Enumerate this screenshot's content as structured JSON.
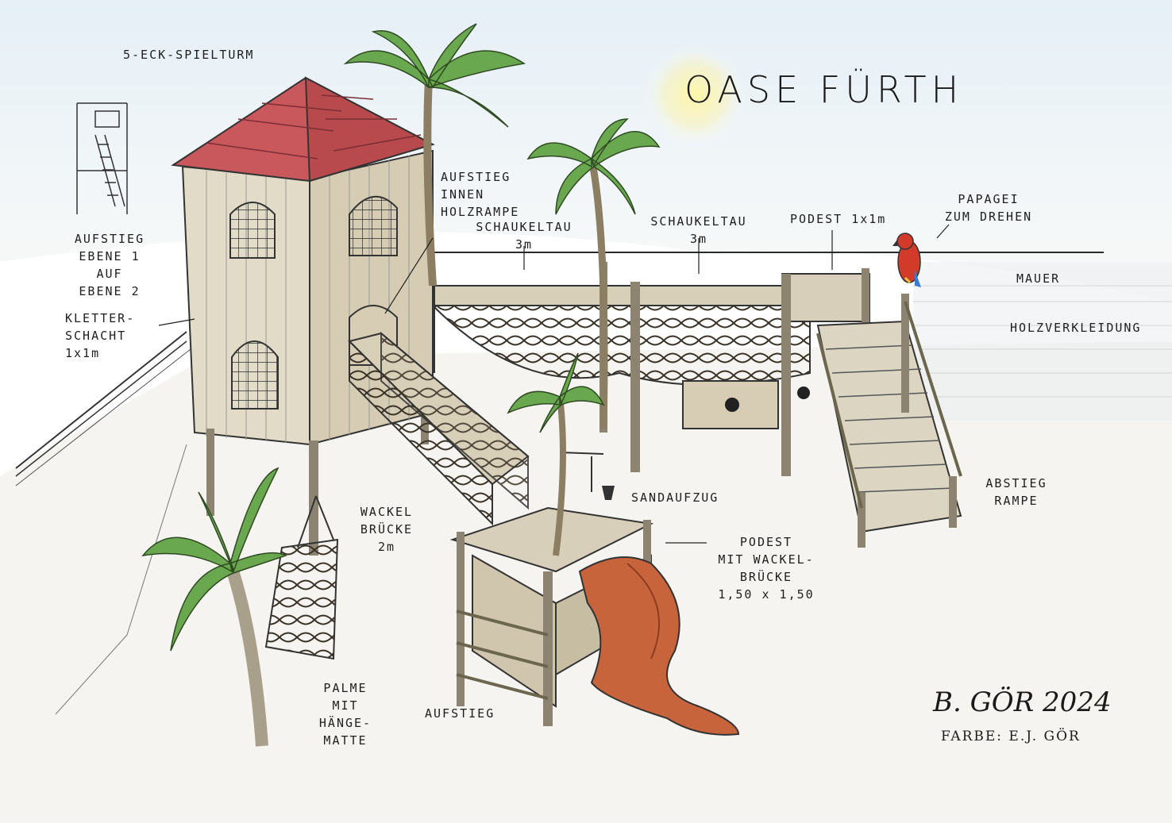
{
  "title": "OASE FÜRTH",
  "labels": {
    "tower": "5-ECK-SPIELTURM",
    "aufstieg_ebene": "AUFSTIEG\nEBENE 1\nAUF\nEBENE 2",
    "kletterschacht": "KLETTER-\nSCHACHT\n1x1m",
    "aufstieg_innen": "AUFSTIEG\nINNEN\nHOLZRAMPE",
    "schaukeltau_1": "SCHAUKELTAU\n3m",
    "schaukeltau_2": "SCHAUKELTAU\n3m",
    "podest_top": "PODEST 1x1m",
    "papagei": "PAPAGEI\nZUM DREHEN",
    "mauer": "MAUER",
    "holzverkleidung": "HOLZVERKLEIDUNG",
    "abstieg": "ABSTIEG\nRAMPE",
    "sandaufzug": "SANDAUFZUG",
    "wackelbruecke": "WACKEL\nBRÜCKE\n2m",
    "podest_wackel": "PODEST\nMIT WACKEL-\nBRÜCKE\n1,50 x 1,50",
    "palme": "PALME\nMIT\nHÄNGE-\nMATTE",
    "aufstieg": "AUFSTIEG"
  },
  "signature": {
    "author": "B. GÖR 2024",
    "color": "FARBE: E.J. GÖR"
  },
  "colors": {
    "roof": "#c9585c",
    "wood": "#d8cfb8",
    "palm": "#6aa84f",
    "slide": "#c8643c",
    "parrot": "#d23a2a"
  }
}
